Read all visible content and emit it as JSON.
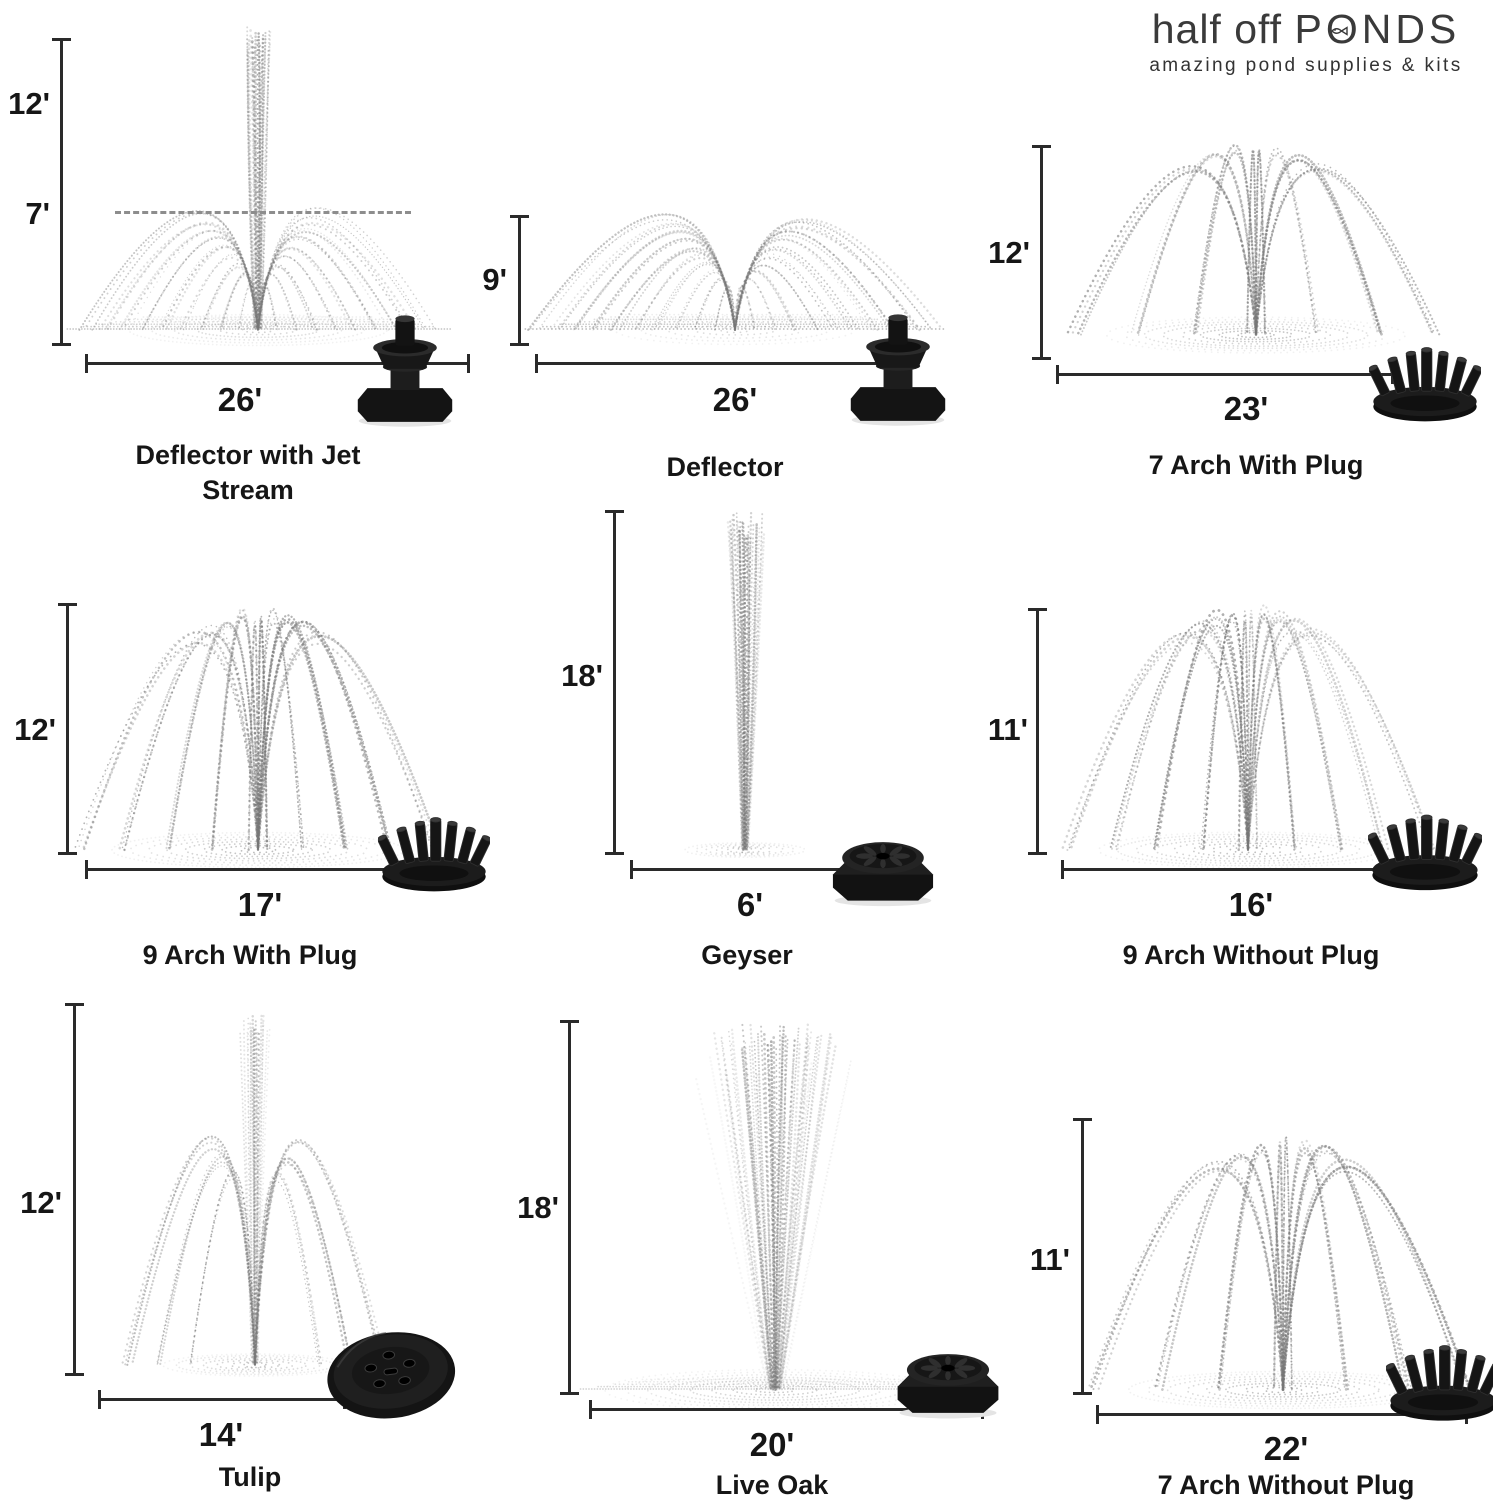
{
  "brand": {
    "prefix": "half off",
    "name": "PONDS",
    "tagline": "amazing pond supplies & kits",
    "fish_icon": "fish-in-o-icon"
  },
  "panels": [
    {
      "name": "Deflector with Jet Stream",
      "height_label": "12'",
      "secondary_height_label": "7'",
      "width_label": "26'",
      "spray": "deflector-jet",
      "nozzle": "deflector-nozzle"
    },
    {
      "name": "Deflector",
      "height_label": "9'",
      "width_label": "26'",
      "spray": "deflector",
      "nozzle": "deflector-nozzle"
    },
    {
      "name": "7 Arch With Plug",
      "height_label": "12'",
      "width_label": "23'",
      "spray": "arch-7",
      "nozzle": "arch-cluster-nozzle"
    },
    {
      "name": "9 Arch With Plug",
      "height_label": "12'",
      "width_label": "17'",
      "spray": "arch-9",
      "nozzle": "arch-cluster-nozzle"
    },
    {
      "name": "Geyser",
      "height_label": "18'",
      "width_label": "6'",
      "spray": "geyser",
      "nozzle": "octagon-cap-nozzle"
    },
    {
      "name": "9 Arch Without Plug",
      "height_label": "11'",
      "width_label": "16'",
      "spray": "arch-9",
      "nozzle": "arch-cluster-nozzle"
    },
    {
      "name": "Tulip",
      "height_label": "12'",
      "width_label": "14'",
      "spray": "tulip",
      "nozzle": "disc-nozzle"
    },
    {
      "name": "Live Oak",
      "height_label": "18'",
      "width_label": "20'",
      "spray": "live-oak",
      "nozzle": "octagon-cap-nozzle"
    },
    {
      "name": "7 Arch Without Plug",
      "height_label": "11'",
      "width_label": "22'",
      "spray": "arch-7",
      "nozzle": "arch-cluster-nozzle"
    }
  ]
}
